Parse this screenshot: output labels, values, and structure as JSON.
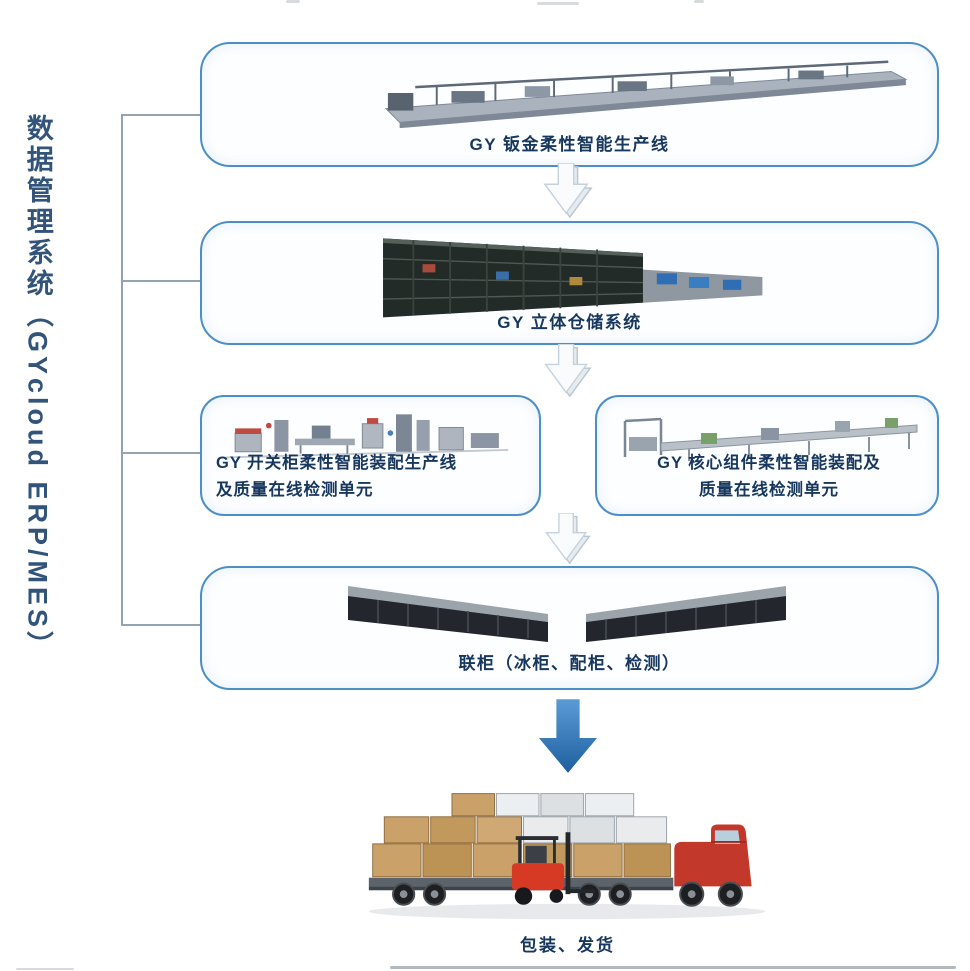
{
  "sidebar": {
    "label": "数据管理系统（GYcloud ERP/MES）"
  },
  "stages": {
    "sheet_metal": {
      "label": "GY 钣金柔性智能生产线"
    },
    "warehouse": {
      "label": "GY 立体仓储系统"
    },
    "switchgear": {
      "line1": "GY 开关柜柔性智能装配生产线",
      "line2": "及质量在线检测单元"
    },
    "core_components": {
      "line1": "GY 核心组件柔性智能装配及",
      "line2": "质量在线检测单元"
    },
    "combined_cabinets": {
      "label": "联柜（冰柜、配柜、检测）"
    },
    "packing": {
      "label": "包装、发货"
    }
  },
  "colors": {
    "box_border": "#4a8fc7",
    "label_text": "#17375e",
    "sidebar_text": "#33547a",
    "connector_line": "#92a3b2",
    "arrow_blue_top": "#5b9bd5",
    "arrow_blue_bottom": "#1e5fa0"
  },
  "icons": {
    "flow_arrow": "down-arrow-3d",
    "final_arrow": "down-arrow-solid-blue"
  }
}
